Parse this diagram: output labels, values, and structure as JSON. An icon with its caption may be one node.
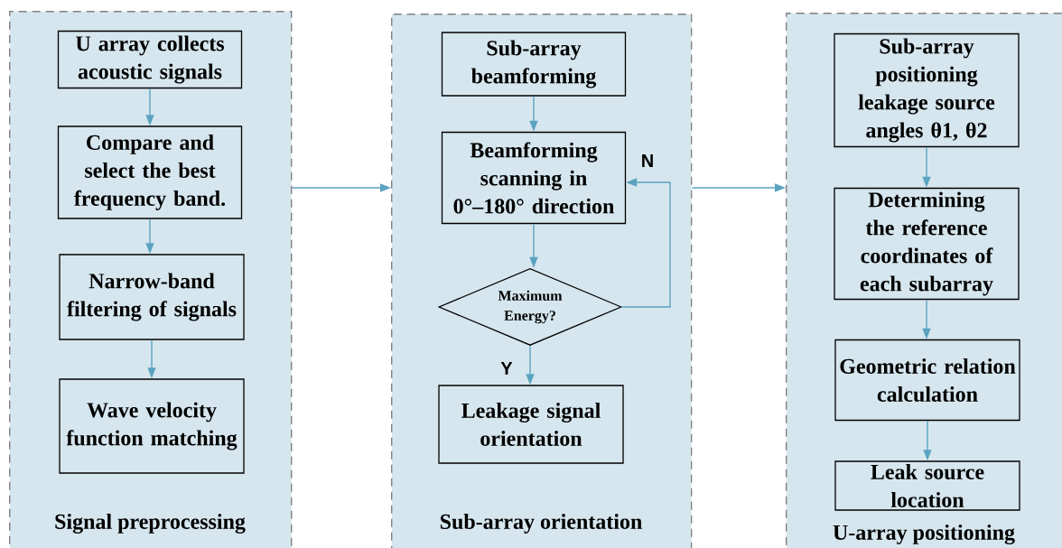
{
  "diagram": {
    "nodes": [
      {
        "text": [
          "Signal preprocessing"
        ]
      },
      {
        "text": [
          "U array collects acoustic signals"
        ],
        "in": 0
      },
      {
        "text": [
          "Compare and select the best frequency band."
        ],
        "in": 0
      },
      {
        "text": [
          "Narrow-band filtering of signals"
        ],
        "in": 0
      },
      {
        "text": [
          "Wave velocity function matching"
        ],
        "in": 0
      },
      {
        "text": [
          "Sub-array orientation"
        ]
      },
      {
        "text": [
          "Sub-array beamforming"
        ],
        "in": 5
      },
      {
        "text": [
          "Beamforming scanning in 0°–180° direction"
        ],
        "in": 5
      },
      {
        "text": [
          "Maximum Energy?"
        ],
        "in": 5
      },
      {
        "text": [
          "Leakage signal orientation"
        ],
        "in": 5
      },
      {
        "text": [
          "U-array positioning"
        ]
      },
      {
        "text": [
          "Sub-array positioning leakage source angles θ1, θ2"
        ],
        "in": 10
      },
      {
        "text": [
          "Determining the reference coordinates of each subarray"
        ],
        "in": 10
      },
      {
        "text": [
          "Geometric relation calculation"
        ],
        "in": 10
      },
      {
        "text": [
          "Leak source location"
        ],
        "in": 10
      }
    ],
    "edges": [
      {
        "from": 1,
        "to": 2,
        "arrow": "to"
      },
      {
        "from": 2,
        "to": 3,
        "arrow": "to"
      },
      {
        "from": 3,
        "to": 4,
        "arrow": "to"
      },
      {
        "from": 0,
        "to": 5,
        "arrow": "to"
      },
      {
        "from": 6,
        "to": 7,
        "arrow": "to"
      },
      {
        "from": 7,
        "to": 8,
        "arrow": "to"
      },
      {
        "from": 8,
        "to": 9,
        "arrow": "to",
        "label": "Y"
      },
      {
        "from": 8,
        "to": 7,
        "arrow": "to",
        "label": "N"
      },
      {
        "from": 5,
        "to": 10,
        "arrow": "to"
      },
      {
        "from": 11,
        "to": 12,
        "arrow": "to"
      },
      {
        "from": 12,
        "to": 13,
        "arrow": "to"
      },
      {
        "from": 13,
        "to": 14,
        "arrow": "to"
      }
    ]
  }
}
